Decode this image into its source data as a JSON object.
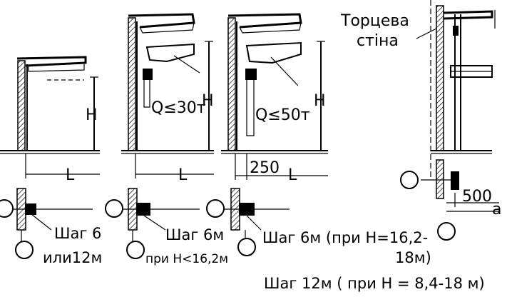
{
  "labels": {
    "end_wall_line1": "Торцева",
    "end_wall_line2": "стіна",
    "q30": "Q≤30т",
    "q50": "Q≤50т",
    "h": "H",
    "l": "L",
    "dim_250": "250",
    "dim_500": "500",
    "dim_a": "a"
  },
  "captions": {
    "c1_line1": "Шаг 6",
    "c1_line2": "или12м",
    "c2_line1": "Шаг 6м",
    "c2_line2": "при H<16,2м",
    "c3_line1": "Шаг 6м (при H=16,2-",
    "c3_line2": "18м)",
    "c4": "Шаг 12м ( при H = 8,4-18 м)"
  }
}
